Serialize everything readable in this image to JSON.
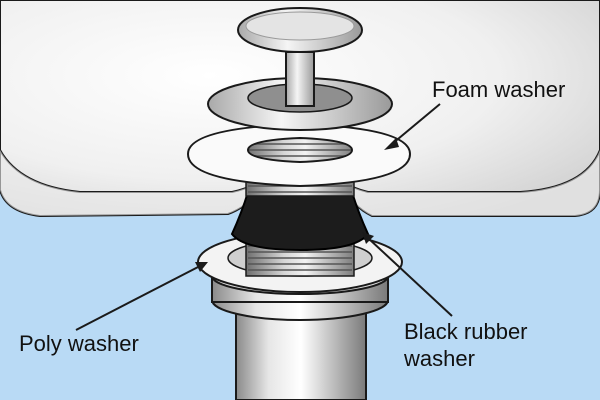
{
  "labels": {
    "foam_washer": "Foam washer",
    "poly_washer": "Poly washer",
    "black_rubber_washer_line1": "Black rubber",
    "black_rubber_washer_line2": "washer"
  },
  "colors": {
    "background_water": "#b9daf5",
    "basin": "#f2f2f2",
    "basin_shadow": "#c9c9c9",
    "metal_light": "#eeeeee",
    "metal_mid": "#bdbdbd",
    "metal_dark": "#7a7a7a",
    "rubber": "#1c1c1c",
    "outline": "#1a1a1a"
  },
  "icons": {
    "foam_arrow": "arrow-icon",
    "poly_arrow": "arrow-icon",
    "black_rubber_arrow": "arrow-icon"
  }
}
